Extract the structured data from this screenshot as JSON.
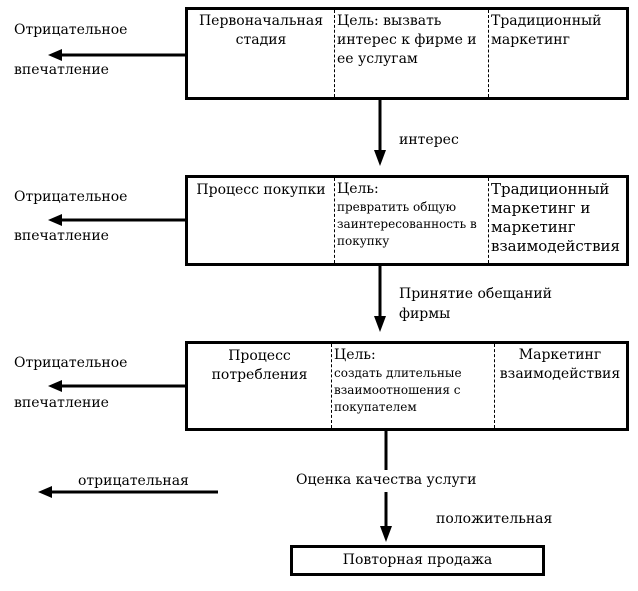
{
  "stages": [
    {
      "stage": "Первоначальная стадия",
      "goal": "Цель: вызвать интерес к фирме и ее услугам",
      "marketing": "Традиционный маркетинг",
      "negative_line1": "Отрицательное",
      "negative_line2": "впечатление"
    },
    {
      "stage": "Процесс покупки",
      "goal_title": "Цель:",
      "goal": "превратить общую заинтересованность в покупку",
      "marketing": "Традиционный маркетинг и маркетинг взаимодействия",
      "negative_line1": "Отрицательное",
      "negative_line2": "впечатление"
    },
    {
      "stage": "Процесс потребления",
      "goal_title": "Цель:",
      "goal": "создать длительные взаимоотношения с покупателем",
      "marketing": "Маркетинг взаимодействия",
      "negative_line1": "Отрицательное",
      "negative_line2": "впечатление"
    }
  ],
  "transitions": {
    "interest": "интерес",
    "promise": "Принятие обещаний фирмы"
  },
  "evaluation": {
    "label": "Оценка качества услуги",
    "negative": "отрицательная",
    "positive": "положительная"
  },
  "final_box": "Повторная продажа"
}
